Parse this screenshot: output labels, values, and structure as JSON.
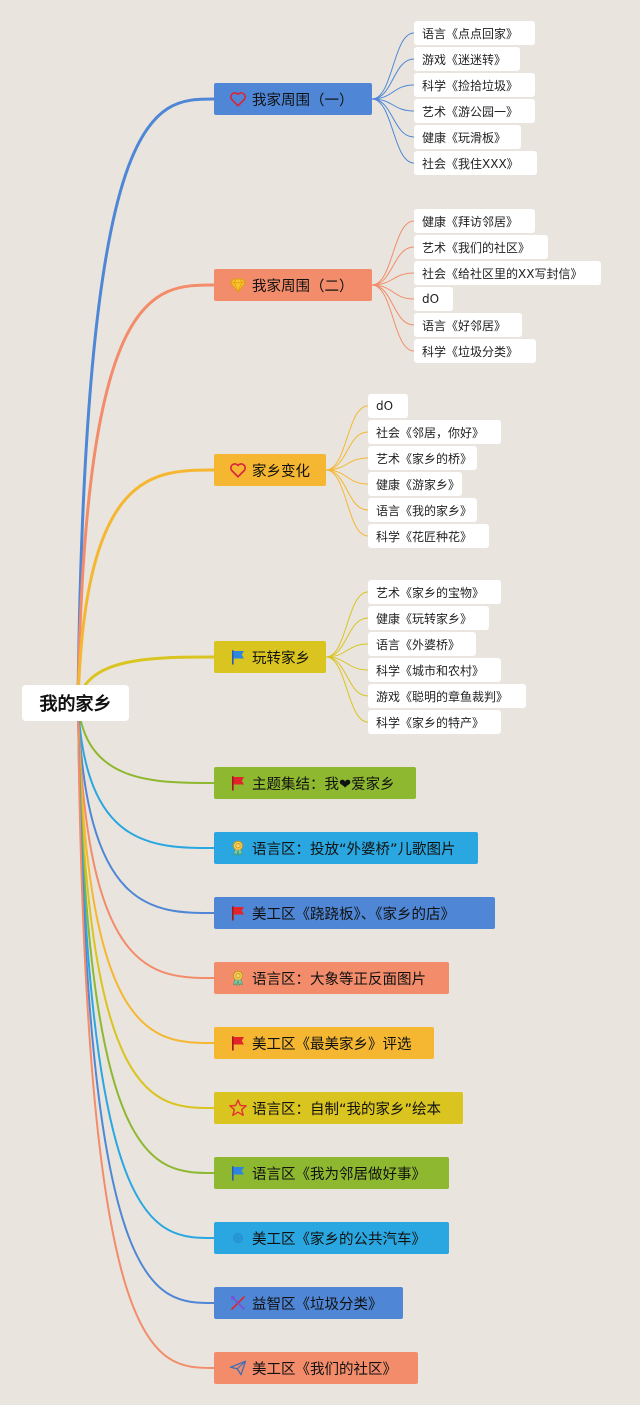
{
  "root": {
    "label": "我的家乡"
  },
  "branches": [
    {
      "label": "我家周围（一）",
      "color": "#4f87d6",
      "icon": "heart-outline-icon",
      "children": [
        "语言《点点回家》",
        "游戏《迷迷转》",
        "科学《捡拾垃圾》",
        "艺术《游公园一》",
        "健康《玩滑板》",
        "社会《我住XXX》"
      ]
    },
    {
      "label": "我家周围（二）",
      "color": "#f28c6a",
      "icon": "diamond-icon",
      "children": [
        "健康《拜访邻居》",
        "艺术《我们的社区》",
        "社会《给社区里的XX写封信》",
        "dO",
        "语言《好邻居》",
        "科学《垃圾分类》"
      ]
    },
    {
      "label": "家乡变化",
      "color": "#f5b731",
      "icon": "heart-outline-icon",
      "children": [
        "dO",
        "社会《邻居，你好》",
        "艺术《家乡的桥》",
        "健康《游家乡》",
        "语言《我的家乡》",
        "科学《花匠种花》"
      ]
    },
    {
      "label": "玩转家乡",
      "color": "#d9c420",
      "icon": "flag-blue-icon",
      "children": [
        "艺术《家乡的宝物》",
        "健康《玩转家乡》",
        "语言《外婆桥》",
        "科学《城市和农村》",
        "游戏《聪明的章鱼裁判》",
        "科学《家乡的特产》"
      ]
    },
    {
      "label": "主题集结：我❤爱家乡",
      "color": "#8db82f",
      "icon": "flag-red-icon",
      "children": []
    },
    {
      "label": "语言区：投放“外婆桥”儿歌图片",
      "color": "#2aa7e0",
      "icon": "medal-icon",
      "children": []
    },
    {
      "label": "美工区《跷跷板》、《家乡的店》",
      "color": "#4f87d6",
      "icon": "flag-red-icon",
      "children": []
    },
    {
      "label": "语言区：大象等正反面图片",
      "color": "#f28c6a",
      "icon": "medal-icon",
      "children": []
    },
    {
      "label": "美工区《最美家乡》评选",
      "color": "#f5b731",
      "icon": "flag-red-icon",
      "children": []
    },
    {
      "label": "语言区：自制“我的家乡”绘本",
      "color": "#d9c420",
      "icon": "star-outline-icon",
      "children": []
    },
    {
      "label": "语言区《我为邻居做好事》",
      "color": "#8db82f",
      "icon": "flag-blue-icon",
      "children": []
    },
    {
      "label": "美工区《家乡的公共汽车》",
      "color": "#2aa7e0",
      "icon": "dot-icon",
      "children": []
    },
    {
      "label": "益智区《垃圾分类》",
      "color": "#4f87d6",
      "icon": "tools-icon",
      "children": []
    },
    {
      "label": "美工区《我们的社区》",
      "color": "#f28c6a",
      "icon": "paper-plane-icon",
      "children": []
    }
  ]
}
